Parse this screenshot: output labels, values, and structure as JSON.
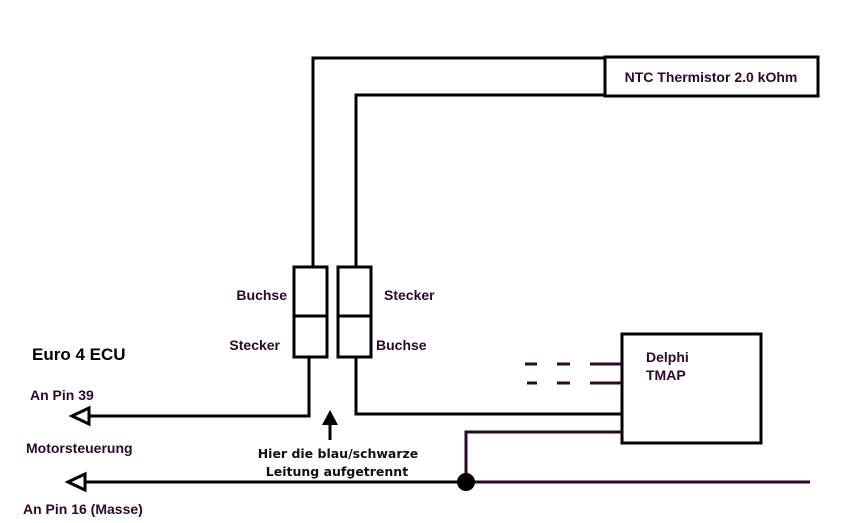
{
  "diagram": {
    "title": "Euro 4 ECU",
    "colors": {
      "wire_black": "#000000",
      "wire_purple": "#2a0a28",
      "text_purple": "#2a0a28"
    },
    "components": {
      "thermistor": {
        "label": "NTC Thermistor 2.0 kOhm"
      },
      "tmap": {
        "line1": "Delphi",
        "line2": "TMAP"
      },
      "connector_left": {
        "top_label": "Buchse",
        "bottom_label": "Stecker"
      },
      "connector_right": {
        "top_label": "Stecker",
        "bottom_label": "Buchse"
      }
    },
    "ecu": {
      "label": "Motorsteuerung",
      "pin39": "An Pin 39",
      "pin16": "An Pin 16 (Masse)"
    },
    "annotation": {
      "line1": "Hier die blau/schwarze",
      "line2": "Leitung aufgetrennt"
    }
  }
}
